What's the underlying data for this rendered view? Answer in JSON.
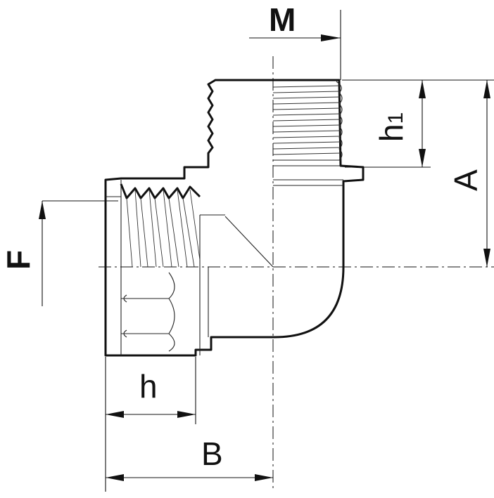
{
  "labels": {
    "M": "M",
    "F": "F",
    "A": "A",
    "B": "B",
    "h": "h",
    "h1_main": "h",
    "h1_sub": "1"
  }
}
